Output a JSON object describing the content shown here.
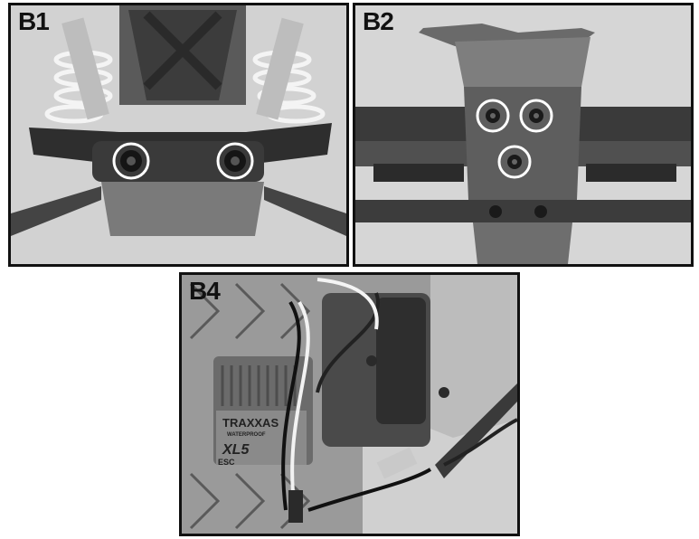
{
  "panels": [
    {
      "label": "B1",
      "callouts": 2,
      "logo_text": ""
    },
    {
      "label": "B2",
      "callouts": 3,
      "logo_text": ""
    },
    {
      "label": "B4",
      "callouts": 0,
      "logo_text": "TRAXXAS",
      "esc_model": "XL5",
      "esc_sub": "WATERPROOF",
      "esc_tag": "ESC"
    }
  ],
  "colors": {
    "border": "#111111",
    "callout": "#ffffff",
    "background": "#ffffff"
  }
}
